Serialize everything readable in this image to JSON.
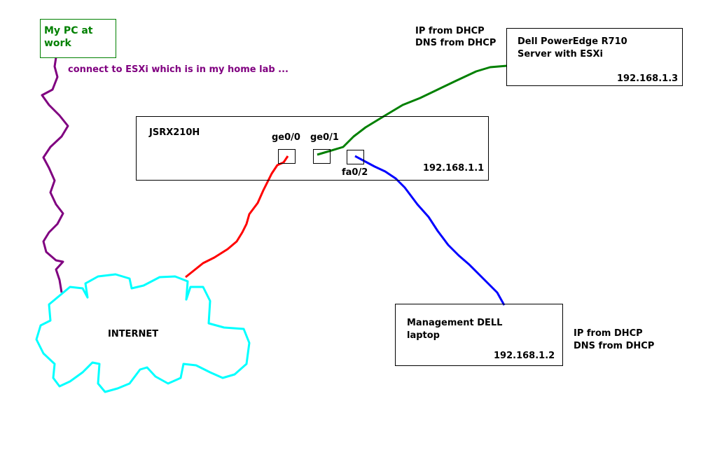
{
  "colors": {
    "pc": "#008000",
    "note": "#800080",
    "wan": "#ff0000",
    "lan_server": "#008000",
    "lan_laptop": "#0000ff",
    "cloud": "#00ffff"
  },
  "pc": {
    "line1": "My PC at",
    "line2": "work"
  },
  "note": "connect to ESXi which is in my home lab ...",
  "router": {
    "name": "JSRX210H",
    "ports": [
      "ge0/0",
      "ge0/1",
      "fa0/2"
    ],
    "ip": "192.168.1.1"
  },
  "server": {
    "line1": "Dell PowerEdge R710",
    "line2": "Server with ESXi",
    "ip": "192.168.1.3",
    "dhcp": [
      "IP from DHCP",
      "DNS from DHCP"
    ]
  },
  "laptop": {
    "line1": "Management DELL",
    "line2": "laptop",
    "ip": "192.168.1.2",
    "dhcp": [
      "IP from DHCP",
      "DNS from DHCP"
    ]
  },
  "cloud": {
    "label": "INTERNET"
  }
}
